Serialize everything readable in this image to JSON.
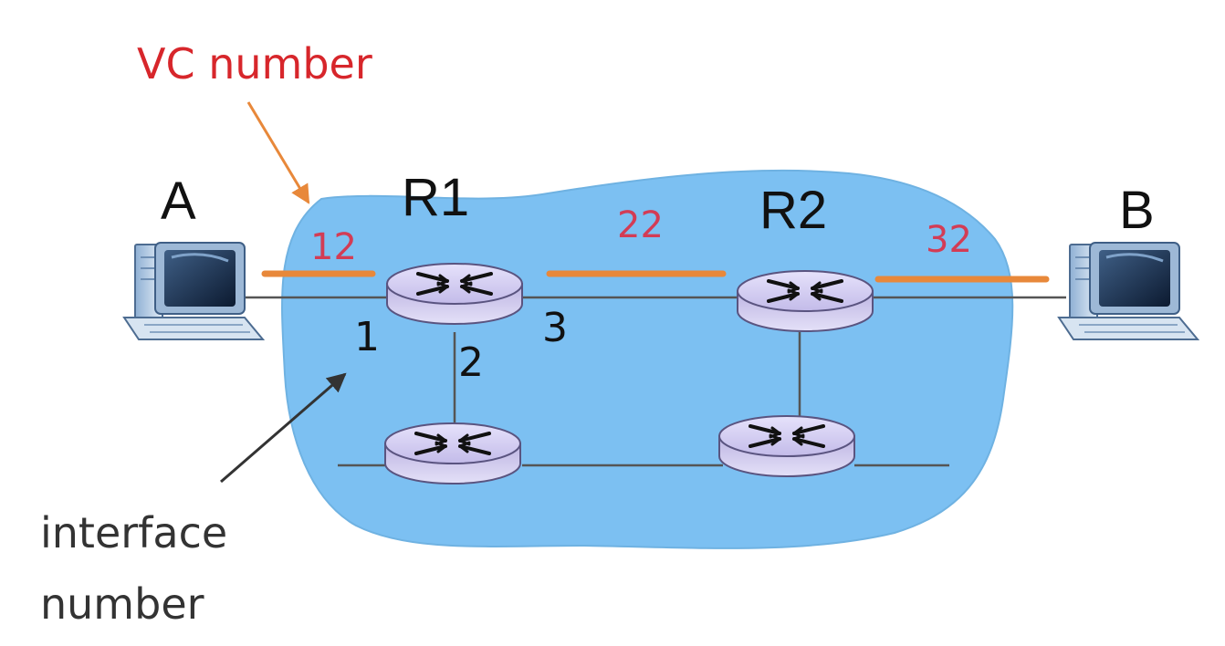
{
  "callouts": {
    "vc_number": "VC number",
    "interface_line1": "interface",
    "interface_line2": "number"
  },
  "hosts": {
    "a": "A",
    "b": "B"
  },
  "routers": {
    "r1": "R1",
    "r2": "R2"
  },
  "vc_numbers": {
    "a_r1": "12",
    "r1_r2": "22",
    "r2_b": "32"
  },
  "interfaces": {
    "r1_if1": "1",
    "r1_if2": "2",
    "r1_if3": "3"
  },
  "colors": {
    "network_cloud": "#7cc0f2",
    "vc_path": "#e8883a",
    "vc_text": "#d33c55",
    "vc_callout": "#d7262b",
    "router_body": "#cfc9ef",
    "arrow_orange": "#e8883a",
    "arrow_dark": "#333333"
  },
  "icons": {
    "host": "desktop-computer-icon",
    "router": "router-icon"
  }
}
